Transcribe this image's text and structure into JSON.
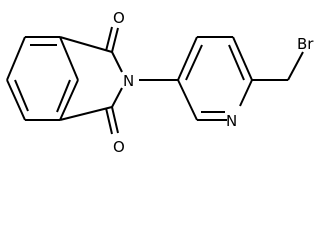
{
  "molecule": {
    "labels": {
      "o_top": "O",
      "o_bottom": "O",
      "n_imide": "N",
      "n_pyridine": "N",
      "br": "Br"
    }
  }
}
